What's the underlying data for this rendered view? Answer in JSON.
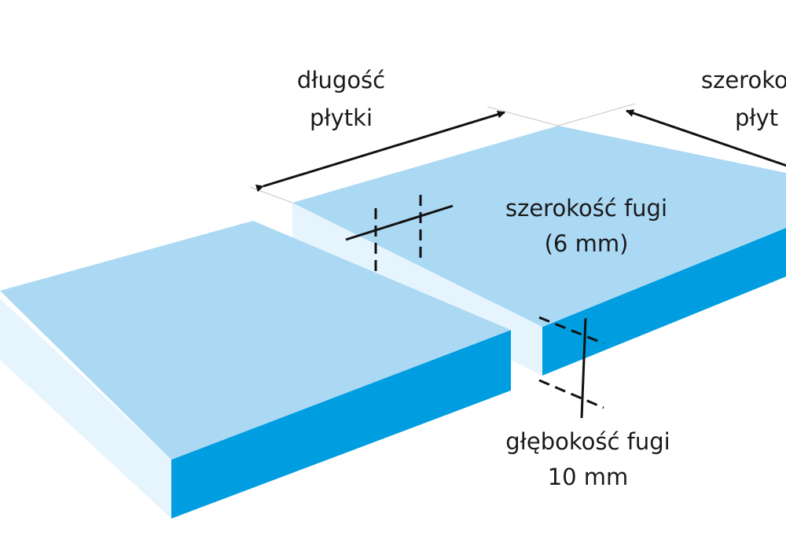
{
  "labels": {
    "tile_length_line1": "długość",
    "tile_length_line2": "płytki",
    "tile_width_line1": "szeroko",
    "tile_width_line2": "płyt",
    "joint_width_line1": "szerokość fugi",
    "joint_width_line2": "(6 mm)",
    "joint_depth_line1": "głębokość fugi",
    "joint_depth_line2": "10 mm"
  },
  "colors": {
    "tile_top": "#abd8f3",
    "tile_side_dark": "#009ee0",
    "tile_side_light": "#e6f4fd",
    "lines": "#111111",
    "background": "#ffffff"
  }
}
